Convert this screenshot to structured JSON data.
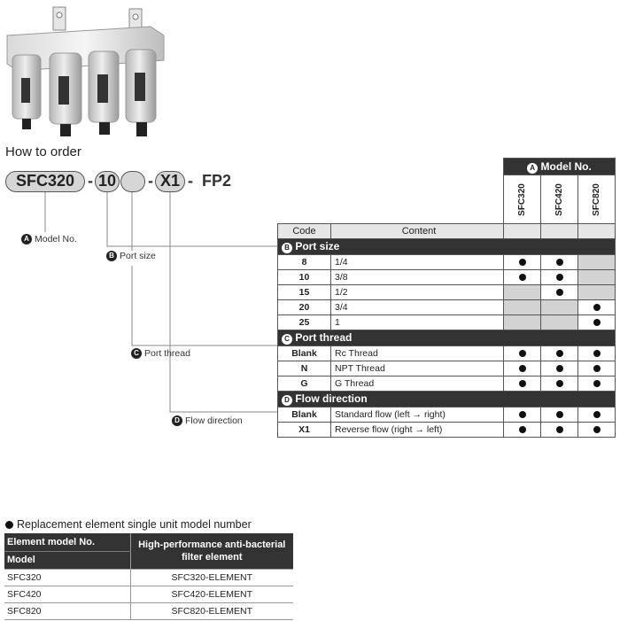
{
  "heading": "How to order",
  "order_code": {
    "model": "SFC320",
    "dash": "-",
    "size": "10",
    "thread": "",
    "flow": "X1",
    "suffix": "FP2"
  },
  "labels": {
    "model": "Model No.",
    "size": "Port size",
    "thread": "Port thread",
    "flow": "Flow direction"
  },
  "badges": {
    "a": "A",
    "b": "B",
    "c": "C",
    "d": "D"
  },
  "table": {
    "model_header": "Model No.",
    "models": [
      "SFC320",
      "SFC420",
      "SFC820"
    ],
    "code_header": "Code",
    "content_header": "Content",
    "sections": [
      {
        "badge": "B",
        "title": "Port size",
        "rows": [
          {
            "code": "8",
            "content": "1/4",
            "marks": [
              true,
              true,
              false
            ]
          },
          {
            "code": "10",
            "content": "3/8",
            "marks": [
              true,
              true,
              false
            ]
          },
          {
            "code": "15",
            "content": "1/2",
            "marks": [
              false,
              true,
              false
            ]
          },
          {
            "code": "20",
            "content": "3/4",
            "marks": [
              false,
              false,
              true
            ]
          },
          {
            "code": "25",
            "content": "1",
            "marks": [
              false,
              false,
              true
            ]
          }
        ]
      },
      {
        "badge": "C",
        "title": "Port thread",
        "rows": [
          {
            "code": "Blank",
            "content": "Rc Thread",
            "marks": [
              true,
              true,
              true
            ]
          },
          {
            "code": "N",
            "content": "NPT Thread",
            "marks": [
              true,
              true,
              true
            ]
          },
          {
            "code": "G",
            "content": "G Thread",
            "marks": [
              true,
              true,
              true
            ]
          }
        ]
      },
      {
        "badge": "D",
        "title": "Flow direction",
        "rows": [
          {
            "code": "Blank",
            "content": "Standard flow (left → right)",
            "marks": [
              true,
              true,
              true
            ]
          },
          {
            "code": "X1",
            "content": "Reverse flow (right → left)",
            "marks": [
              true,
              true,
              true
            ]
          }
        ]
      }
    ]
  },
  "replacement": {
    "title": "Replacement element single unit model number",
    "header_top": "Element model No.",
    "header_bottom": "Model",
    "header_right": "High-performance anti-bacterial filter element",
    "rows": [
      {
        "model": "SFC320",
        "element": "SFC320-ELEMENT"
      },
      {
        "model": "SFC420",
        "element": "SFC420-ELEMENT"
      },
      {
        "model": "SFC820",
        "element": "SFC820-ELEMENT"
      }
    ]
  }
}
